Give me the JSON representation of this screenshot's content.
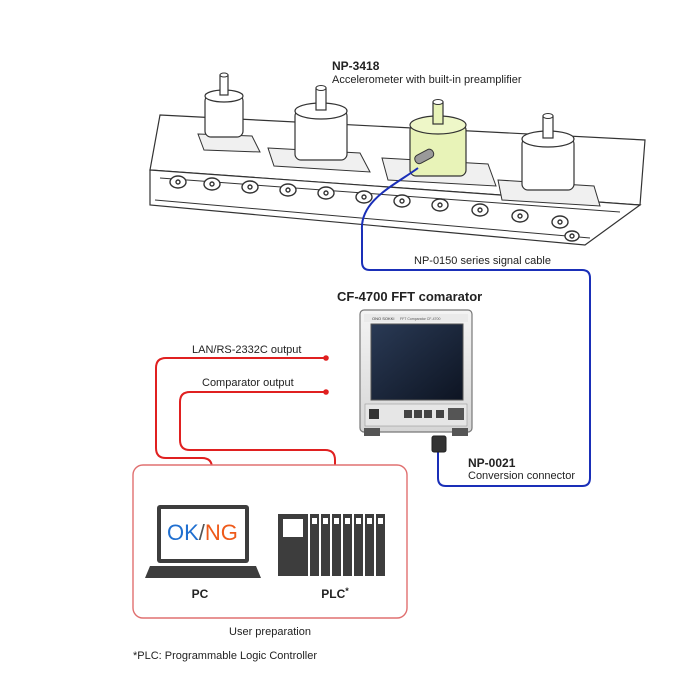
{
  "sensor": {
    "model": "NP-3418",
    "description": "Accelerometer with built-in preamplifier"
  },
  "cable": {
    "label": "NP-0150 series signal cable"
  },
  "analyzer": {
    "title": "CF-4700  FFT comarator",
    "brand": "ONO SOKKI",
    "panel_text": "FFT Comparator CF-4700"
  },
  "connector": {
    "model": "NP-0021",
    "description": "Conversion connector"
  },
  "outputs": {
    "lan": "LAN/RS-2332C output",
    "comparator": "Comparator output"
  },
  "user_box": {
    "caption": "User preparation",
    "pc_label": "PC",
    "pc_screen_ok": "OK",
    "pc_screen_sep": "/",
    "pc_screen_ng": "NG",
    "plc_label": "PLC",
    "plc_mark": "*"
  },
  "footnote": "*PLC: Programmable Logic Controller",
  "colors": {
    "signal_cable": "#1a2fb8",
    "output_line": "#e02020",
    "user_box_border": "#e07070",
    "ok_text": "#1f6fd0",
    "ng_text": "#ee5a1a",
    "sensor_highlight": "#e8f3b8",
    "device_dark": "#3d3d3d"
  }
}
